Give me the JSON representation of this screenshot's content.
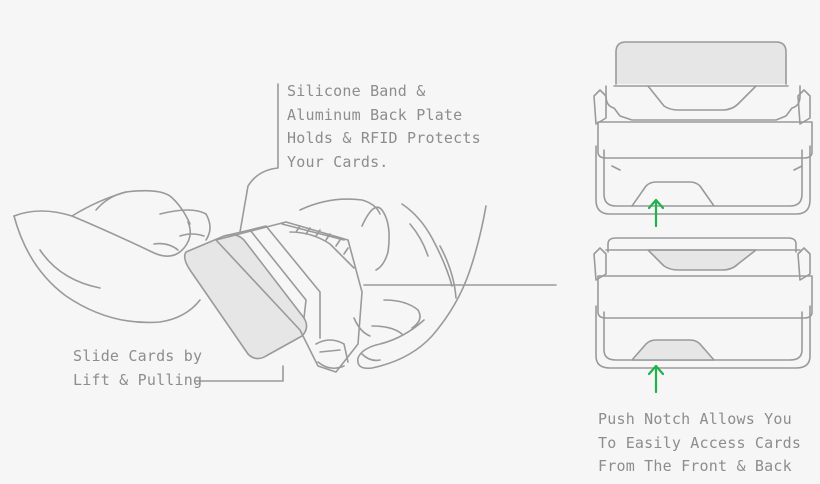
{
  "labels": {
    "band": [
      "Silicone Band &",
      "Aluminum Back Plate",
      "Holds & RFID Protects",
      "Your Cards."
    ],
    "slide": [
      "Slide Cards by",
      "Lift & Pulling"
    ],
    "notch": [
      "Push Notch Allows You",
      "To Easily Access Cards",
      "From The Front & Back"
    ]
  },
  "colors": {
    "background": "#f6f6f6",
    "line": "#9a9a9a",
    "text": "#8d8d8d",
    "fill": "#e6e6e6",
    "arrow": "#22b14c"
  },
  "icons": [
    "arrow-up-icon",
    "arrow-up-icon"
  ]
}
